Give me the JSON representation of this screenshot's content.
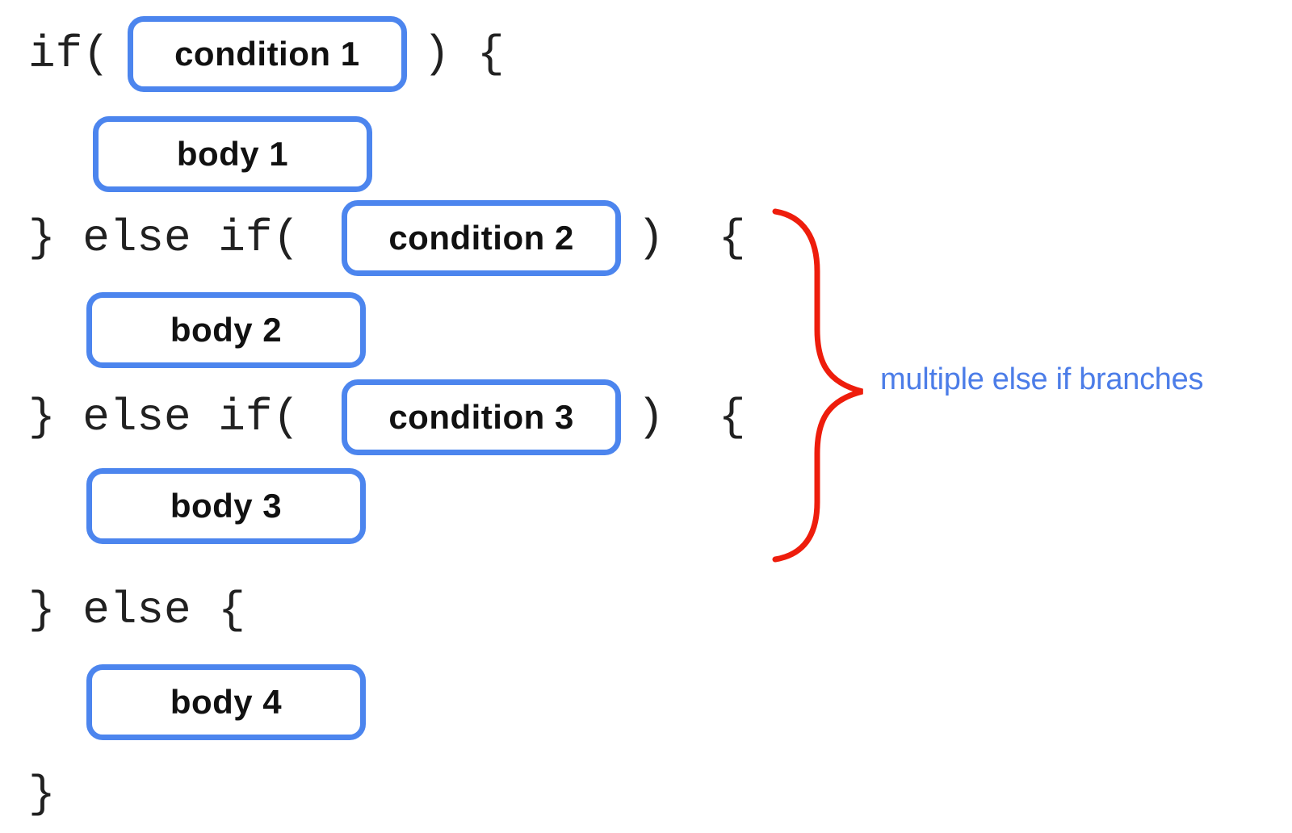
{
  "colors": {
    "box_border": "#4C85EE",
    "brace": "#EE1D0C",
    "annotation_text": "#4C7DE8",
    "code_text": "#212121",
    "box_label": "#111111"
  },
  "code": {
    "line1_prefix": "if(",
    "line1_box": "condition 1",
    "line1_suffix": ") {",
    "line2_box": "body 1",
    "line3_prefix": "} else if(",
    "line3_box": "condition 2",
    "line3_suffix": ")  {",
    "line4_box": "body 2",
    "line5_prefix": "} else if(",
    "line5_box": "condition 3",
    "line5_suffix": ")  {",
    "line6_box": "body 3",
    "line7_text": "} else {",
    "line8_box": "body 4",
    "line9_text": "}"
  },
  "annotation": {
    "label": "multiple else if branches"
  }
}
